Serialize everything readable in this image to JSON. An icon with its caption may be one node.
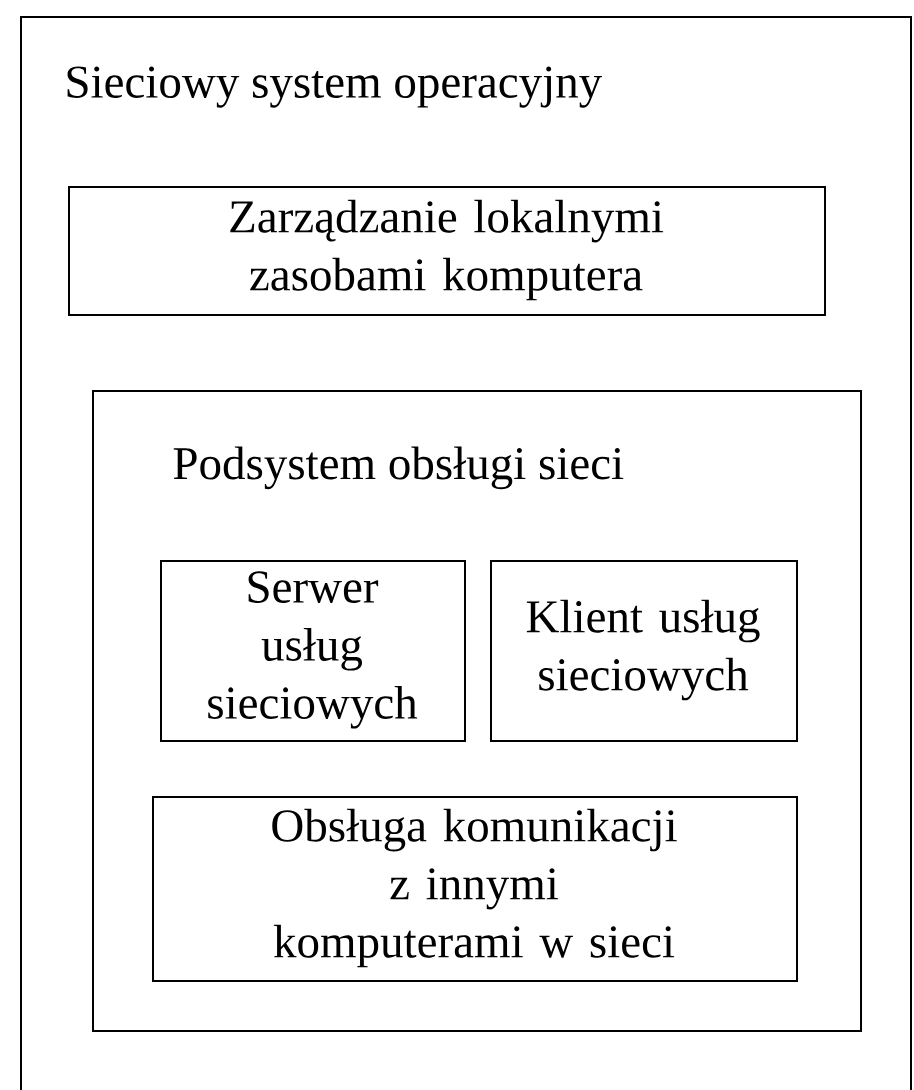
{
  "diagram": {
    "nodes": [
      {
        "text": [
          "Sieciowy system operacyjny"
        ]
      },
      {
        "text": [
          "Zarządzanie lokalnymi zasobami komputera"
        ],
        "in": 0
      },
      {
        "text": [
          "Podsystem obsługi sieci"
        ],
        "in": 0
      },
      {
        "text": [
          "Serwer usług sieciowych"
        ],
        "in": 2
      },
      {
        "text": [
          "Klient usług sieciowych"
        ],
        "in": 2
      },
      {
        "text": [
          "Obsługa komunikacji z innymi komputerami w sieci"
        ],
        "in": 2
      }
    ]
  }
}
